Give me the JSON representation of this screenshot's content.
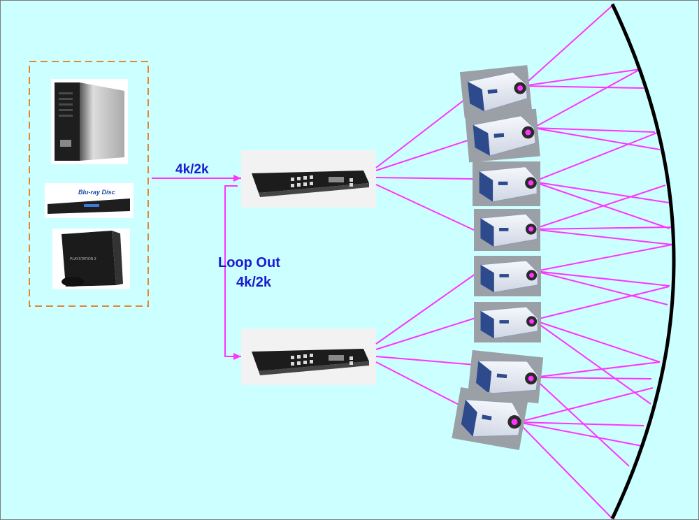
{
  "labels": {
    "input_signal": "4k/2k",
    "loop_out_line1": "Loop Out",
    "loop_out_line2": "4k/2k"
  },
  "sources": [
    {
      "name": "media-server"
    },
    {
      "name": "bluray-player",
      "logo_text": "Blu-ray Disc"
    },
    {
      "name": "playstation-console",
      "logo_text": "PLAYSTATION 3"
    }
  ],
  "splitters": [
    {
      "name": "splitter-1"
    },
    {
      "name": "splitter-2"
    }
  ],
  "projectors": [
    {
      "name": "projector-1"
    },
    {
      "name": "projector-2"
    },
    {
      "name": "projector-3"
    },
    {
      "name": "projector-4"
    },
    {
      "name": "projector-5"
    },
    {
      "name": "projector-6"
    },
    {
      "name": "projector-7"
    },
    {
      "name": "projector-8"
    }
  ],
  "colors": {
    "background": "#ccffff",
    "connection_line": "#ff33ff",
    "source_box_border": "#e8842c",
    "label_text": "#1a1ad0",
    "screen": "#000000"
  }
}
